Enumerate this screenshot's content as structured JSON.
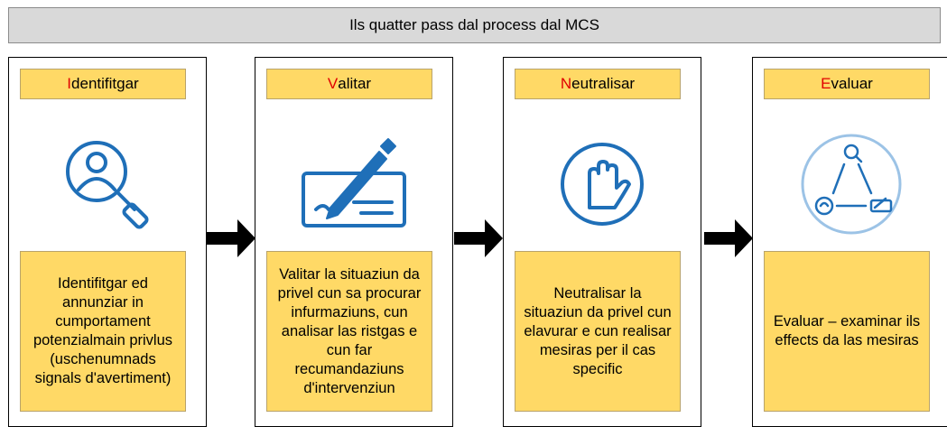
{
  "title": "Ils quatter pass dal process dal MCS",
  "accent_color": "#e00000",
  "box_color": "#ffd966",
  "icon_color": "#1f6fb8",
  "steps": [
    {
      "initial": "I",
      "rest": "dentifitgar",
      "icon": "magnifier-person-icon",
      "description": "Identifitgar ed annunziar in cumportament potenzialmain privlus (uschenumnads signals d'avertiment)"
    },
    {
      "initial": "V",
      "rest": "alitar",
      "icon": "pen-signature-icon",
      "description": "Valitar la situaziun da privel cun sa procurar infurmaziuns, cun analisar las ristgas e cun far recumandaziuns d'intervenziun"
    },
    {
      "initial": "N",
      "rest": "eutralisar",
      "icon": "stop-hand-icon",
      "description": "Neutralisar la situaziun da privel cun elavurar e cun realisar mesiras per il cas specific"
    },
    {
      "initial": "E",
      "rest": "valuar",
      "icon": "cycle-icon",
      "description": "Evaluar – examinar ils effects da las mesiras"
    }
  ]
}
